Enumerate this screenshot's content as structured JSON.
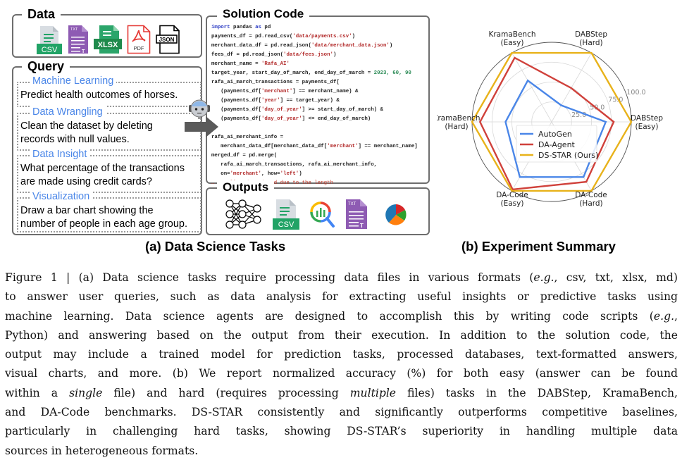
{
  "data_panel": {
    "title": "Data",
    "files": [
      {
        "icon": "csv-file-icon",
        "label": "CSV",
        "color": "#21a366"
      },
      {
        "icon": "txt-file-icon",
        "label": "TXT",
        "color": "#8e5bb3"
      },
      {
        "icon": "xlsx-file-icon",
        "label": "XLSX",
        "color": "#1f8a4c"
      },
      {
        "icon": "pdf-file-icon",
        "label": "PDF",
        "color": "#e53935"
      },
      {
        "icon": "json-file-icon",
        "label": "JSON",
        "color": "#000000"
      }
    ]
  },
  "query_panel": {
    "title": "Query",
    "items": [
      {
        "category": "Machine Learning",
        "text": [
          "Predict health outcomes of horses."
        ]
      },
      {
        "category": "Data Wrangling",
        "text": [
          "Clean the dataset by deleting",
          "records with null values."
        ]
      },
      {
        "category": "Data Insight",
        "text": [
          "What percentage of the transactions",
          "are made using credit cards?"
        ]
      },
      {
        "category": "Visualization",
        "text": [
          "Draw a bar chart showing the",
          "number of people in each age group."
        ]
      }
    ]
  },
  "code_panel": {
    "title": "Solution Code",
    "lines": [
      [
        {
          "t": "kw",
          "v": "import"
        },
        {
          "t": "",
          "v": " pandas "
        },
        {
          "t": "kw",
          "v": "as"
        },
        {
          "t": "",
          "v": " pd"
        }
      ],
      [
        {
          "t": "",
          "v": "payments_df = pd.read_csv("
        },
        {
          "t": "str",
          "v": "'data/payments.csv'"
        },
        {
          "t": "",
          "v": ")"
        }
      ],
      [
        {
          "t": "",
          "v": "merchant_data_df = pd.read_json("
        },
        {
          "t": "str",
          "v": "'data/merchant_data.json'"
        },
        {
          "t": "",
          "v": ")"
        }
      ],
      [
        {
          "t": "",
          "v": "fees_df = pd.read_json("
        },
        {
          "t": "str",
          "v": "'data/fees.json'"
        },
        {
          "t": "",
          "v": ")"
        }
      ],
      [
        {
          "t": "",
          "v": "merchant_name = "
        },
        {
          "t": "str",
          "v": "'Rafa_AI'"
        }
      ],
      [
        {
          "t": "",
          "v": "target_year, start_day_of_march, end_day_of_march = "
        },
        {
          "t": "num",
          "v": "2023, 60, 90"
        }
      ],
      [
        {
          "t": "",
          "v": "rafa_ai_march_transactions = payments_df["
        }
      ],
      [
        {
          "t": "",
          "v": "   (payments_df["
        },
        {
          "t": "str",
          "v": "'merchant'"
        },
        {
          "t": "",
          "v": "] == merchant_name) &"
        }
      ],
      [
        {
          "t": "",
          "v": "   (payments_df["
        },
        {
          "t": "str",
          "v": "'year'"
        },
        {
          "t": "",
          "v": "] == target_year) &"
        }
      ],
      [
        {
          "t": "",
          "v": "   (payments_df["
        },
        {
          "t": "str",
          "v": "'day_of_year'"
        },
        {
          "t": "",
          "v": "] >= start_day_of_march) &"
        }
      ],
      [
        {
          "t": "",
          "v": "   (payments_df["
        },
        {
          "t": "str",
          "v": "'day_of_year'"
        },
        {
          "t": "",
          "v": "] <= end_day_of_march)"
        }
      ],
      [
        {
          "t": "",
          "v": "]"
        }
      ],
      [
        {
          "t": "",
          "v": "rafa_ai_merchant_info ="
        }
      ],
      [
        {
          "t": "",
          "v": "   merchant_data_df[merchant_data_df["
        },
        {
          "t": "str",
          "v": "'merchant'"
        },
        {
          "t": "",
          "v": "] == merchant_name]"
        }
      ],
      [
        {
          "t": "",
          "v": "merged_df = pd.merge("
        }
      ],
      [
        {
          "t": "",
          "v": "   rafa_ai_march_transactions, rafa_ai_merchant_info,"
        }
      ],
      [
        {
          "t": "",
          "v": "   on="
        },
        {
          "t": "str",
          "v": "'merchant'"
        },
        {
          "t": "",
          "v": ", how="
        },
        {
          "t": "str",
          "v": "'left'"
        },
        {
          "t": "",
          "v": ")"
        }
      ],
      [
        {
          "t": "cm",
          "v": "… # Full code omitted due to the length"
        }
      ]
    ]
  },
  "outputs_panel": {
    "title": "Outputs",
    "items": [
      {
        "icon": "neural-network-icon",
        "label": ""
      },
      {
        "icon": "csv-file-icon",
        "label": "CSV"
      },
      {
        "icon": "data-insight-icon",
        "label": ""
      },
      {
        "icon": "txt-file-icon",
        "label": "TXT"
      },
      {
        "icon": "pie-chart-icon",
        "label": ""
      }
    ]
  },
  "captions": {
    "a": "(a) Data Science Tasks",
    "b": "(b) Experiment Summary"
  },
  "chart_data": {
    "type": "radar",
    "title": "",
    "axes": [
      {
        "name": "DABStep (Easy)",
        "lines": [
          "DABStep",
          "(Easy)"
        ]
      },
      {
        "name": "DABStep (Hard)",
        "lines": [
          "DABStep",
          "(Hard)"
        ]
      },
      {
        "name": "KramaBench (Easy)",
        "lines": [
          "KramaBench",
          "(Easy)"
        ]
      },
      {
        "name": "KramaBench (Hard)",
        "lines": [
          "KramaBench",
          "(Hard)"
        ]
      },
      {
        "name": "DA-Code (Easy)",
        "lines": [
          "DA-Code",
          "(Easy)"
        ]
      },
      {
        "name": "DA-Code (Hard)",
        "lines": [
          "DA-Code",
          "(Hard)"
        ]
      }
    ],
    "radial_ticks": [
      25.0,
      50.0,
      75.0,
      100.0
    ],
    "radial_tick_labels": [
      "25.0",
      "50.0",
      "75.0",
      "100.0"
    ],
    "range": [
      0,
      100
    ],
    "grid": true,
    "legend_position": "center",
    "series": [
      {
        "name": "AutoGen",
        "color": "#4a86e8",
        "values": [
          68,
          24,
          60,
          58,
          80,
          80
        ]
      },
      {
        "name": "DA-Agent",
        "color": "#d0413b",
        "values": [
          78,
          49,
          93,
          90,
          98,
          87
        ]
      },
      {
        "name": "DS-STAR (Ours)",
        "color": "#e8b21a",
        "values": [
          100,
          100,
          100,
          100,
          100,
          100
        ]
      }
    ]
  },
  "figure_caption": {
    "lines": [
      [
        {
          "v": "Figure 1 | (a) Data science tasks require processing data files in various formats ("
        },
        {
          "i": true,
          "v": "e.g."
        },
        {
          "v": ", csv, txt, xlsx, md)"
        }
      ],
      [
        {
          "v": "to answer user queries, such as data analysis for extracting useful insights or predictive tasks using"
        }
      ],
      [
        {
          "v": "machine learning. Data science agents are designed to accomplish this by writing code scripts ("
        },
        {
          "i": true,
          "v": "e.g."
        },
        {
          "v": ","
        }
      ],
      [
        {
          "v": "Python) and answering based on the output from their execution. In addition to the solution code, the"
        }
      ],
      [
        {
          "v": "output may include a trained model for prediction tasks, processed databases, text-formatted answers,"
        }
      ],
      [
        {
          "v": "visual charts, and more. (b) We report normalized accuracy (%) for both easy (answer can be found"
        }
      ],
      [
        {
          "v": "within a "
        },
        {
          "i": true,
          "v": "single"
        },
        {
          "v": " file) and hard (requires processing "
        },
        {
          "i": true,
          "v": "multiple"
        },
        {
          "v": " files) tasks in the DABStep, KramaBench,"
        }
      ],
      [
        {
          "v": "and DA-Code benchmarks. DS-STAR consistently and significantly outperforms competitive baselines,"
        }
      ],
      [
        {
          "v": "particularly in challenging hard tasks, showing DS-STAR’s superiority in handling multiple data"
        }
      ],
      [
        {
          "v": "sources in heterogeneous formats."
        }
      ]
    ]
  }
}
